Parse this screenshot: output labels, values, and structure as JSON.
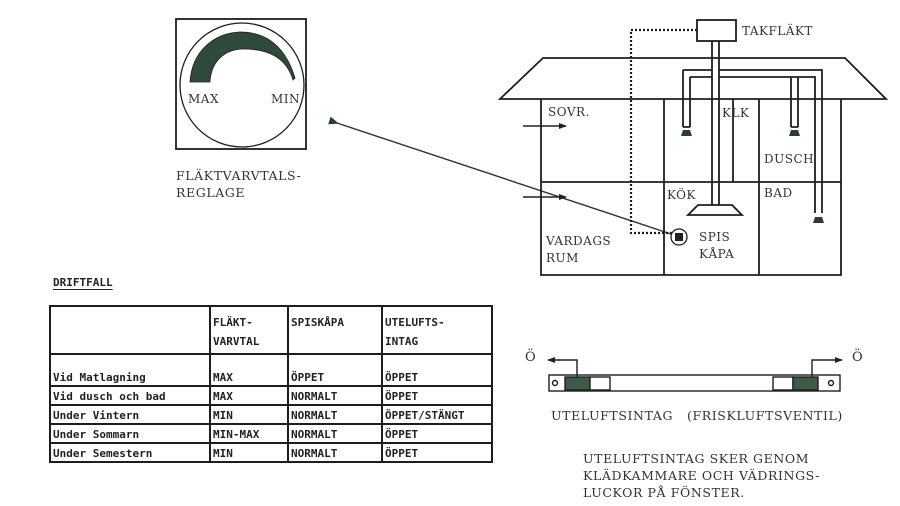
{
  "knob": {
    "min_label": "MIN",
    "max_label": "MAX",
    "caption_line1": "FLÄKTVARVTALS-",
    "caption_line2": "REGLAGE"
  },
  "house": {
    "fan_label": "TAKFLÄKT",
    "rooms": {
      "bedroom": "SOVR.",
      "closet": "KLK",
      "shower": "DUSCH",
      "bath": "BAD",
      "kitchen": "KÖK",
      "living_line1": "VARDAGS",
      "living_line2": "RUM",
      "hood_line1": "SPIS",
      "hood_line2": "KÅPA"
    }
  },
  "table": {
    "heading": "DRIFTFALL",
    "headers": [
      {
        "line1": "",
        "line2": ""
      },
      {
        "line1": "FLÄKT-",
        "line2": "VARVTAL"
      },
      {
        "line1": "SPISKÅPA",
        "line2": ""
      },
      {
        "line1": "UTELUFTS-",
        "line2": "INTAG"
      }
    ],
    "rows": [
      [
        "Vid Matlagning",
        "MAX",
        "ÖPPET",
        "ÖPPET"
      ],
      [
        "Vid dusch och bad",
        "MAX",
        "NORMALT",
        "ÖPPET"
      ],
      [
        "Under Vintern",
        "MIN",
        "NORMALT",
        "ÖPPET/STÄNGT"
      ],
      [
        "Under Sommarn",
        "MIN-MAX",
        "NORMALT",
        "ÖPPET"
      ],
      [
        "Under Semestern",
        "MIN",
        "NORMALT",
        "ÖPPET"
      ]
    ]
  },
  "vent": {
    "open_left": "Ö",
    "open_right": "Ö",
    "caption_a": "UTELUFTSINTAG",
    "caption_b": "(FRISKLUFTSVENTIL)"
  },
  "note": {
    "line1": "UTELUFTSINTAG SKER GENOM",
    "line2": "KLÄDKAMMARE OCH VÄDRINGS-",
    "line3": "LUCKOR PÅ FÖNSTER."
  },
  "colors": {
    "ink": "#1e1e1e",
    "fill_green": "#2f4a3a"
  }
}
